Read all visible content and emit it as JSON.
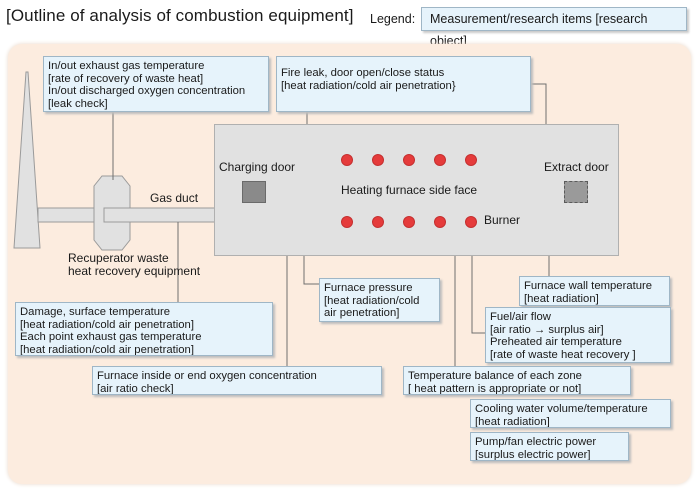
{
  "title": "[Outline of analysis of combustion equipment]",
  "legend": {
    "label": "Legend:",
    "item": "Measurement/research items [research object]"
  },
  "labels": {
    "charging_door": "Charging door",
    "extract_door": "Extract door",
    "furnace_face": "Heating furnace side face",
    "gas_duct": "Gas duct",
    "burner": "Burner",
    "recuperator_1": "Recuperator waste",
    "recuperator_2": "heat recovery equipment"
  },
  "boxes": {
    "exhaust": [
      "In/out exhaust gas temperature",
      "[rate of recovery of waste heat]",
      "In/out discharged oxygen concentration",
      "[leak check]"
    ],
    "fire_leak": [
      "Fire leak, door open/close status",
      "[heat radiation/cold air penetration}"
    ],
    "damage": [
      "Damage, surface temperature",
      "[heat radiation/cold air penetration]",
      "Each point exhaust gas temperature",
      "[heat radiation/cold air penetration]"
    ],
    "furnace_pressure": [
      "Furnace pressure",
      "[heat radiation/cold",
      "air penetration]"
    ],
    "furnace_wall": [
      "Furnace wall temperature",
      "[heat radiation]"
    ],
    "fuel_air": [
      "Fuel/air flow",
      "[air ratio → surplus air]",
      "Preheated air temperature",
      "[rate of waste heat recovery ]"
    ],
    "oxygen": [
      "Furnace inside or end oxygen concentration",
      "[air ratio check]"
    ],
    "temp_balance": [
      "Temperature balance of each zone",
      "[ heat pattern is appropriate or not]"
    ],
    "cooling_water": [
      "Cooling water volume/temperature",
      "[heat radiation]"
    ],
    "pump_fan": [
      "Pump/fan electric power",
      "[surplus electric power]"
    ]
  }
}
